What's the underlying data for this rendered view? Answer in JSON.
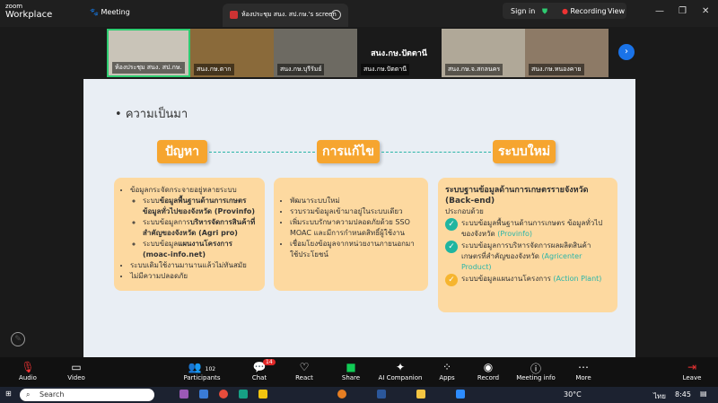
{
  "app": {
    "brand_small": "zoom",
    "brand": "Workplace",
    "meeting": "Meeting",
    "share_tab": "ห้องประชุม สนง. สป.กษ.'s screen",
    "sign_in": "Sign in",
    "recording": "Recording",
    "view": "View"
  },
  "videos": [
    {
      "name": "ห้องประชุม สนง. สป.กษ."
    },
    {
      "name": "สนง.กษ.ตาก"
    },
    {
      "name": "สนง.กษ.บุรีรัมย์"
    },
    {
      "name": "สนง.กษ.ปัตตานี",
      "big": "สนง.กษ.ปัตตานี"
    },
    {
      "name": "สนง.กษ.จ.สกลนคร"
    },
    {
      "name": "สนง.กษ.หนองคาย"
    }
  ],
  "slide": {
    "title": "ความเป็นมา",
    "headers": [
      "ปัญหา",
      "การแก้ไข",
      "ระบบใหม่"
    ],
    "problem": {
      "item1": "ข้อมูลกระจัดกระจายอยู่หลายระบบ",
      "sub1_pre": "ระบบ",
      "sub1_bold": "ข้อมูลพื้นฐานด้านการเกษตร ข้อมูลทั่วไปของจังหวัด (Provinfo)",
      "sub2_pre": "ระบบข้อมูลการ",
      "sub2_bold": "บริหารจัดการสินค้าที่สำคัญของจังหวัด (Agri pro)",
      "sub3_pre": "ระบบข้อมูล",
      "sub3_bold": "แผนงานโครงการ (moac-info.net)",
      "item2": "ระบบเดิมใช้งานมานานแล้วไม่ทันสมัย",
      "item3": "ไม่มีความปลอดภัย"
    },
    "solution": [
      "พัฒนาระบบใหม่",
      "รวบรวมข้อมูลเข้ามาอยู่ในระบบเดียว",
      "เพิ่มระบบรักษาความปลอดภัยด้วย SSO MOAC และมีการกำหนดสิทธิ์ผู้ใช้งาน",
      "เชื่อมโยงข้อมูลจากหน่วยงานภายนอกมาใช้ประโยชน์"
    ],
    "newsys": {
      "heading": "ระบบฐานข้อมูลด้านการเกษตรรายจังหวัด (Back-end)",
      "sub": "ประกอบด้วย",
      "items": [
        {
          "text": "ระบบข้อมูลพื้นฐานด้านการเกษตร ข้อมูลทั่วไปของจังหวัด ",
          "tag": "(Provinfo)"
        },
        {
          "text": "ระบบข้อมูลการบริหารจัดการผลผลิตสินค้าเกษตรที่สำคัญของจังหวัด ",
          "tag": "(Agricenter Product)"
        },
        {
          "text": "ระบบข้อมูลแผนงานโครงการ ",
          "tag": "(Action Plant)"
        }
      ]
    }
  },
  "controls": {
    "audio": "Audio",
    "video": "Video",
    "participants": "Participants",
    "participants_count": "102",
    "chat": "Chat",
    "chat_badge": "14",
    "react": "React",
    "share": "Share",
    "ai": "AI Companion",
    "apps": "Apps",
    "record": "Record",
    "info": "Meeting info",
    "more": "More",
    "leave": "Leave"
  },
  "taskbar": {
    "search": "Search",
    "temp": "30°C",
    "lang": "ไทย",
    "time": "8:45"
  }
}
